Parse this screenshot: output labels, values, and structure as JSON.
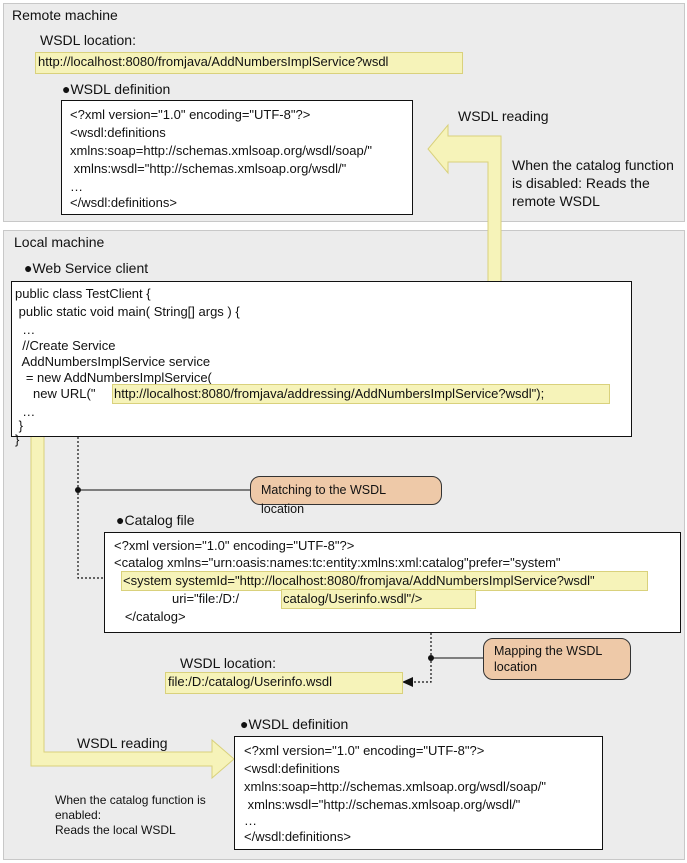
{
  "remote": {
    "title": "Remote machine",
    "wsdl_location_label": "WSDL location:",
    "wsdl_location_value": "http://localhost:8080/fromjava/AddNumbersImplService?wsdl",
    "wsdl_definition_label": "WSDL definition",
    "wsdl_lines": [
      "<?xml version=\"1.0\" encoding=\"UTF-8\"?>",
      "<wsdl:definitions",
      "xmlns:soap=http://schemas.xmlsoap.org/wsdl/soap/\"",
      " xmlns:wsdl=\"http://schemas.xmlsoap.org/wsdl/\"",
      "…",
      "</wsdl:definitions>"
    ],
    "wsdl_reading_label": "WSDL reading",
    "disabled_note": [
      "When the catalog function",
      "is disabled: Reads the",
      "remote WSDL"
    ]
  },
  "local": {
    "title": "Local machine",
    "client_label": "Web Service client",
    "client_lines": [
      "public class TestClient {",
      " public static void main( String[] args ) {",
      "  …",
      "  //Create Service",
      "  AddNumbersImplService service",
      "   = new AddNumbersImplService(",
      "     new URL(\"",
      "  …",
      " }",
      "}"
    ],
    "client_url": "http://localhost:8080/fromjava/addressing/AddNumbersImplService?wsdl\");",
    "matching_callout": "Matching to the WSDL location",
    "catalog_label": "Catalog file",
    "catalog_lines": [
      "<?xml version=\"1.0\" encoding=\"UTF-8\"?>",
      "<catalog xmlns=\"urn:oasis:names:tc:entity:xmlns:xml:catalog\"prefer=\"system\"",
      "",
      "",
      "   </catalog>"
    ],
    "catalog_system_line": "<system systemId=\"http://localhost:8080/fromjava/AddNumbersImplService?wsdl\"",
    "catalog_uri_prefix": "uri=\"file:/D:/",
    "catalog_uri_highlight": "catalog/Userinfo.wsdl\"/>",
    "mapping_callout": "Mapping the WSDL location",
    "wsdl_location_label": "WSDL location:",
    "wsdl_location_value": "file:/D:/catalog/Userinfo.wsdl",
    "wsdl_definition_label": "WSDL definition",
    "wsdl_lines": [
      "<?xml version=\"1.0\" encoding=\"UTF-8\"?>",
      "<wsdl:definitions",
      "xmlns:soap=http://schemas.xmlsoap.org/wsdl/soap/\"",
      " xmlns:wsdl=\"http://schemas.xmlsoap.org/wsdl/\"",
      "…",
      "</wsdl:definitions>"
    ],
    "wsdl_reading_label": "WSDL reading",
    "enabled_note": [
      "When the catalog function is",
      "enabled:",
      "Reads the local WSDL"
    ]
  },
  "bullet": "●",
  "colors": {
    "region": "#ececec",
    "highlight": "#f6f3b9",
    "arrow": "#f6f3b9",
    "callout": "#eec9a8"
  }
}
